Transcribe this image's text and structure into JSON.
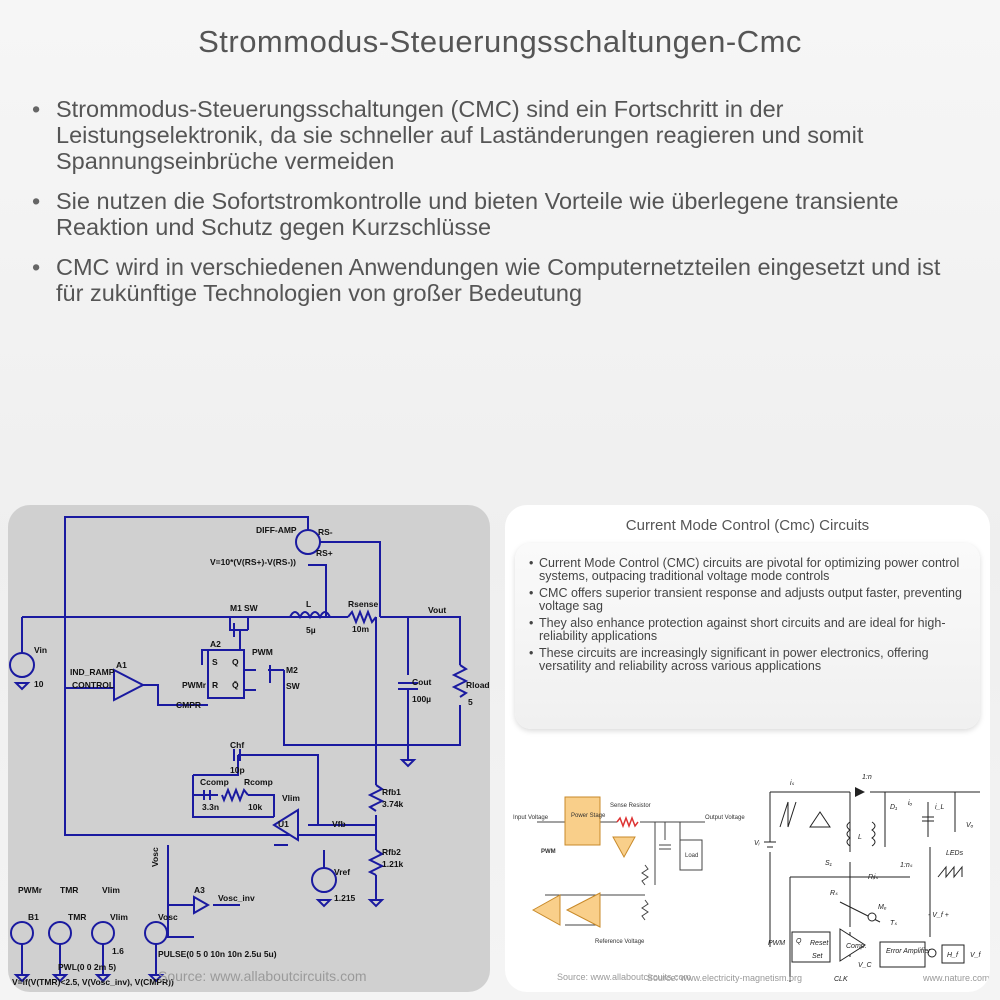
{
  "title": "Strommodus-Steuerungsschaltungen-Cmc",
  "bullets": [
    "Strommodus-Steuerungsschaltungen (CMC) sind ein Fortschritt in der Leistungselektronik, da sie schneller auf Laständerungen reagieren und somit Spannungseinbrüche vermeiden",
    "Sie nutzen die Sofortstromkontrolle und bieten Vorteile wie überlegene transiente Reaktion und Schutz gegen Kurzschlüsse",
    "CMC wird in verschiedenen Anwendungen wie Computernetzteilen eingesetzt und ist für zukünftige Technologien von großer Bedeutung"
  ],
  "left_schematic": {
    "labels": {
      "diff_amp": "DIFF-AMP",
      "rs_minus": "RS-",
      "rs_plus": "RS+",
      "diff_expr": "V=10*(V(RS+)-V(RS-))",
      "vin": "Vin",
      "vin_val": "10",
      "m1": "M1",
      "sw": "SW",
      "l": "L",
      "l_val": "5µ",
      "rsense": "Rsense",
      "rsense_val": "10m",
      "vout": "Vout",
      "ind_ramp": "IND_RAMP",
      "control": "CONTROL",
      "a1": "A1",
      "a2": "A2",
      "s": "S",
      "r": "R",
      "q": "Q",
      "qbar": "Q̄",
      "pwm": "PWM",
      "pwmr": "PWMr",
      "cmpr": "CMPR",
      "m2": "M2",
      "sw2": "SW",
      "cout": "Cout",
      "cout_val": "100µ",
      "rload": "Rload",
      "rload_val": "5",
      "chf": "Chf",
      "chf_val": "10p",
      "ccomp": "Ccomp",
      "ccomp_val": "3.3n",
      "rcomp": "Rcomp",
      "rcomp_val": "10k",
      "vlim": "Vlim",
      "u1": "U1",
      "vfb": "Vfb",
      "rfb1": "Rfb1",
      "rfb1_val": "3.74k",
      "rfb2": "Rfb2",
      "rfb2_val": "1.21k",
      "vref": "Vref",
      "vref_val": "1.215",
      "vosc": "Vosc",
      "a3": "A3",
      "vosc_inv": "Vosc_inv",
      "pwmr2": "PWMr",
      "tmr": "TMR",
      "vlim2": "Vlim",
      "b1": "B1",
      "tmr2": "TMR",
      "vlim3": "Vlim",
      "vlim_val": "1.6",
      "vosc2": "Vosc",
      "pwl": "PWL(0 0 2m 5)",
      "pulse": "PULSE(0 5 0 10n 10n 2.5u 5u)",
      "b1_expr": "V=if(V(TMR)<2.5, V(Vosc_inv), V(CMPR))",
      "source": "Source: www.allaboutcircuits.com"
    }
  },
  "right_panel": {
    "card_title": "Current Mode Control (Cmc) Circuits",
    "card_bullets": [
      "Current Mode Control (CMC) circuits are pivotal for optimizing power control systems, outpacing traditional voltage mode controls",
      "CMC offers superior transient response and adjusts output faster, preventing voltage sag",
      "They also enhance protection against short circuits and are ideal for high-reliability applications",
      "These circuits are increasingly significant in power electronics, offering versatility and reliability across various applications"
    ],
    "block": {
      "input_voltage": "Input Voltage",
      "power_stage": "Power Stage",
      "sense_resistor": "Sense Resistor",
      "output_voltage": "Output Voltage",
      "load": "Load",
      "pwm": "PWM",
      "reference_voltage": "Reference Voltage",
      "source": "Source: www.allaboutcircuits.com"
    },
    "circuit": {
      "is": "iₛ",
      "ratio": "1:n",
      "vi": "Vᵢ",
      "l": "L",
      "d1": "D₁",
      "io": "iₒ",
      "il": "i_L",
      "vo": "Vₒ",
      "s1": "S₁",
      "rs": "Rₛ",
      "rsis": "Rᵢiₛ",
      "ratio2": "1:nₛ",
      "leds": "LEDs",
      "me": "Mₑ",
      "vf": "- V_f +",
      "ts": "Tₛ",
      "q": "Q",
      "reset": "Reset",
      "set": "Set",
      "comp": "Comp.",
      "pwm": "PWM",
      "vc": "V_C",
      "clk": "CLK",
      "error_amp": "Error Amplifier",
      "hf": "H_f",
      "vf2": "V_f",
      "source": "Source: www.electricity-magnetism.org"
    },
    "source_bottom": "www.nature.com"
  }
}
